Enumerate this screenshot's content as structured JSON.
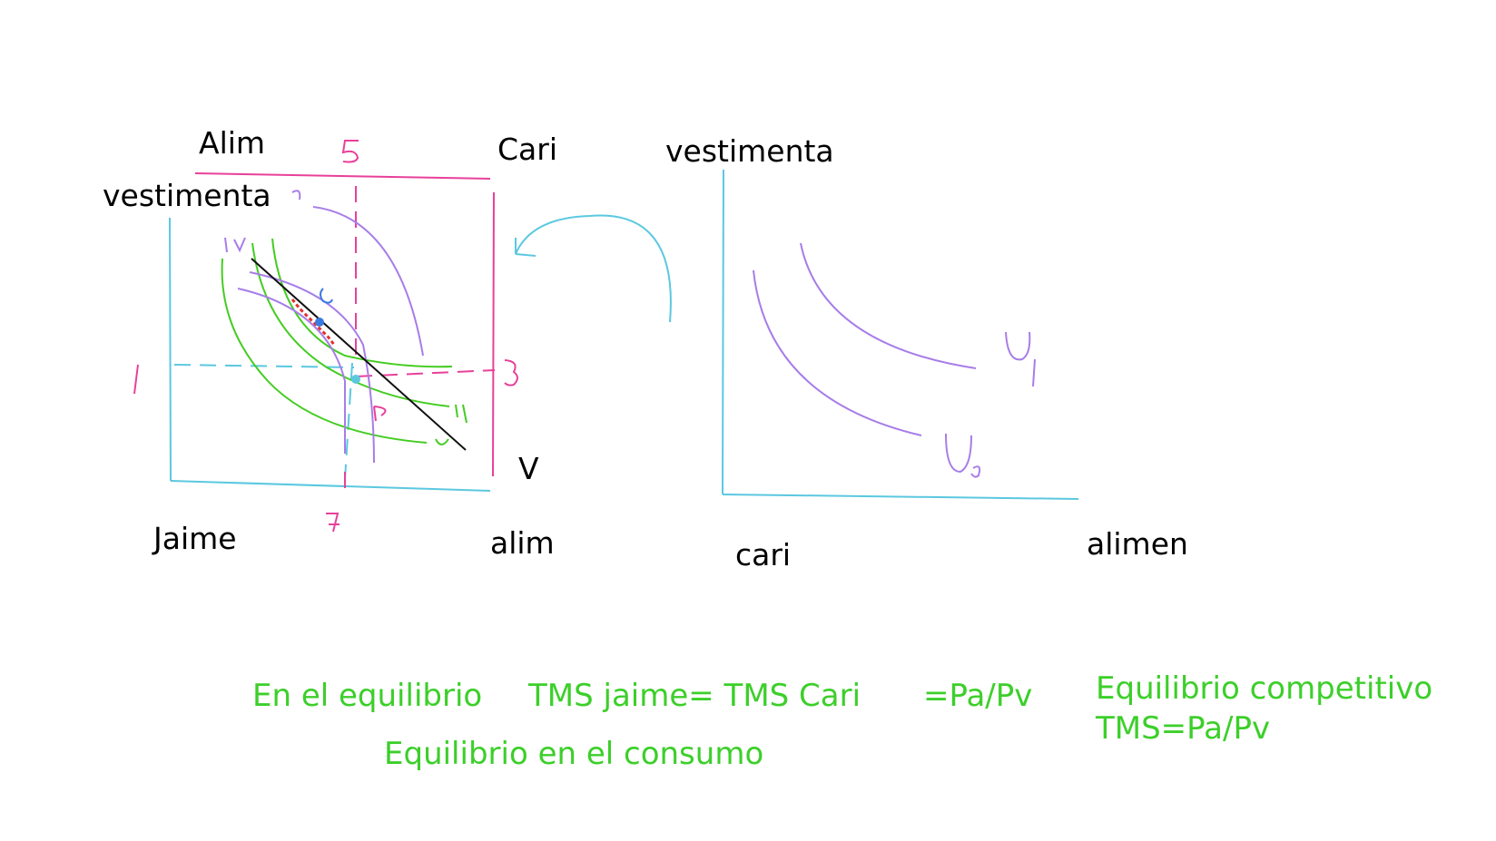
{
  "edgeworth_box": {
    "top_left_label": "Alim",
    "top_right_label": "Cari",
    "left_axis_label": "vestimenta",
    "bottom_left_label": "Jaime",
    "bottom_right_label": "alim",
    "right_side_label": "V"
  },
  "consumer_diagram": {
    "y_axis_label": "vestimenta",
    "origin_label": "cari",
    "x_axis_label": "alimen"
  },
  "notes": {
    "equilibrium": "En el equilibrio",
    "tms_condition": "TMS jaime= TMS Cari",
    "price_ratio": "=Pa/Pv",
    "consumption_equilibrium": "Equilibrio en el consumo",
    "competitive_equilibrium": "Equilibrio competitivo",
    "tms_price": "TMS=Pa/Pv"
  },
  "colors": {
    "axis": "#5bc8e0",
    "box": "#e8409a",
    "curve_purple": "#a77de8",
    "curve_green": "#44cc22",
    "budget_line": "#111111",
    "arrow": "#5bc8e0",
    "text_green": "#3ccf2a"
  }
}
